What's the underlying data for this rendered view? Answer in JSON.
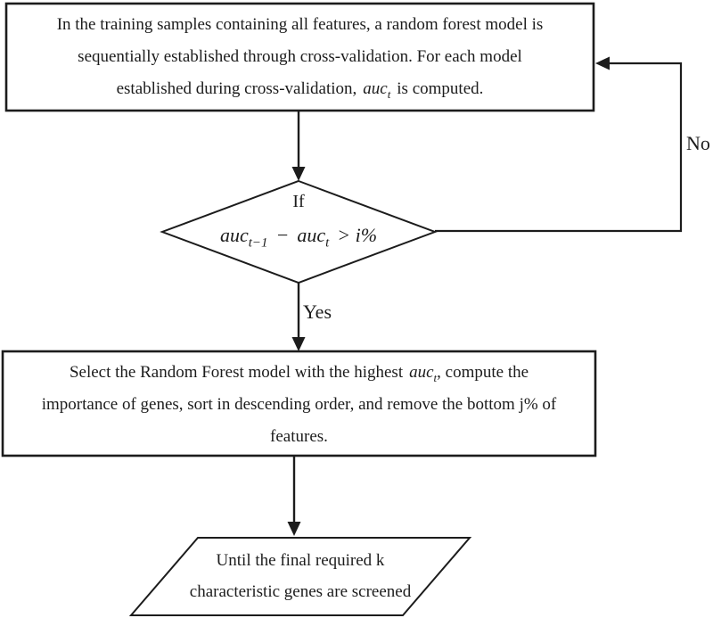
{
  "page": {
    "background": "#ffffff",
    "ink": "#1c1c1c"
  },
  "flowchart": {
    "box1": {
      "line1": "In the training samples containing all features, a random forest model is",
      "line2": "sequentially established through cross-validation. For each model",
      "line3_pre": "established during cross-validation,",
      "line3_math_base": "auc",
      "line3_math_sub": "t",
      "line3_post": "is computed."
    },
    "decision": {
      "keyword": "If",
      "expr_base1": "auc",
      "expr_sub1": "t−1",
      "expr_op": "−",
      "expr_base2": "auc",
      "expr_sub2": "t",
      "expr_tail": "> i%"
    },
    "labels": {
      "yes": "Yes",
      "no": "No"
    },
    "box2": {
      "line1_pre": "Select the Random Forest model with the highest",
      "line1_math_base": "auc",
      "line1_math_sub": "t",
      "line1_post": ", compute the",
      "line2": "importance of genes, sort in descending order, and remove the bottom j% of",
      "line3": "features."
    },
    "terminal": {
      "line1": "Until the final required k",
      "line2": "characteristic genes are screened"
    }
  }
}
